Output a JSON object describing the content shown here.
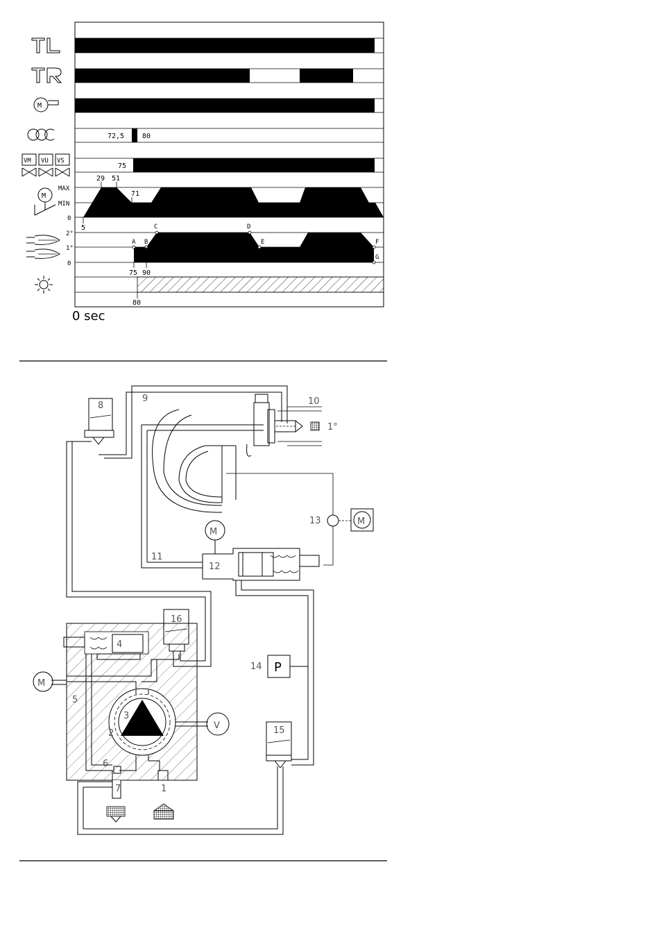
{
  "timing": {
    "time_label": "0  sec",
    "pressure_start": "72,5",
    "pressure_end": "80",
    "valve_start": "75",
    "pump_marks": [
      "29",
      "51",
      "71",
      "5"
    ],
    "pump_levels": [
      "MAX",
      "MIN",
      "0"
    ],
    "flame_levels": [
      "2°",
      "1°",
      "0"
    ],
    "flame_points": [
      "A",
      "B",
      "C",
      "D",
      "E",
      "F",
      "G"
    ],
    "flame_marks": [
      "75",
      "90"
    ],
    "light_mark": "80",
    "valve_tags": [
      "VM",
      "VU",
      "VS"
    ],
    "motor_tag": "M"
  },
  "hydraulic": {
    "labels": [
      "1",
      "2",
      "3",
      "4",
      "5",
      "6",
      "7",
      "8",
      "9",
      "10",
      "11",
      "12",
      "13",
      "14",
      "15",
      "16"
    ],
    "stage_label": "1°",
    "motor_tag": "M",
    "pressure_tag": "P",
    "vacuum_tag": "V"
  }
}
